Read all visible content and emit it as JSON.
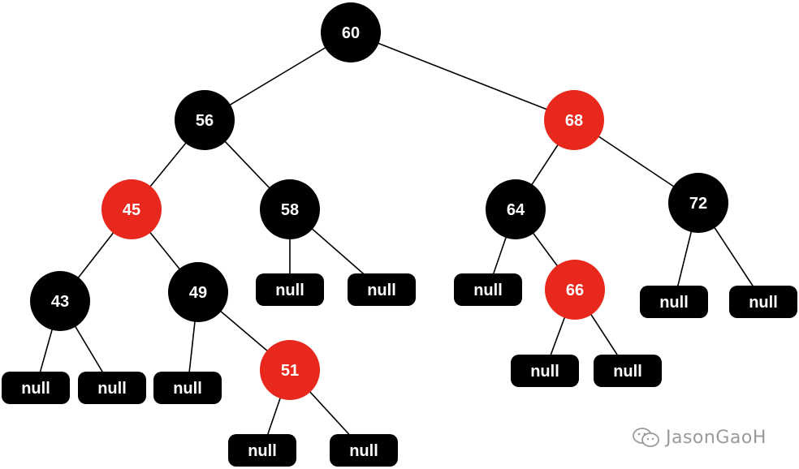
{
  "tree": {
    "colors": {
      "black": "#000000",
      "red": "#e8281c",
      "edge": "#000000",
      "text": "#ffffff"
    },
    "null_label": "null",
    "nodes": [
      {
        "id": "n60",
        "value": "60",
        "color": "black"
      },
      {
        "id": "n56",
        "value": "56",
        "color": "black"
      },
      {
        "id": "n68",
        "value": "68",
        "color": "red"
      },
      {
        "id": "n45",
        "value": "45",
        "color": "red"
      },
      {
        "id": "n58",
        "value": "58",
        "color": "black"
      },
      {
        "id": "n64",
        "value": "64",
        "color": "black"
      },
      {
        "id": "n72",
        "value": "72",
        "color": "black"
      },
      {
        "id": "n43",
        "value": "43",
        "color": "black"
      },
      {
        "id": "n49",
        "value": "49",
        "color": "black"
      },
      {
        "id": "n66",
        "value": "66",
        "color": "red"
      },
      {
        "id": "n51",
        "value": "51",
        "color": "red"
      }
    ],
    "edges": [
      [
        "n60",
        "n56"
      ],
      [
        "n60",
        "n68"
      ],
      [
        "n56",
        "n45"
      ],
      [
        "n56",
        "n58"
      ],
      [
        "n68",
        "n64"
      ],
      [
        "n68",
        "n72"
      ],
      [
        "n45",
        "n43"
      ],
      [
        "n45",
        "n49"
      ],
      [
        "n58",
        "null1"
      ],
      [
        "n58",
        "null2"
      ],
      [
        "n64",
        "null3"
      ],
      [
        "n64",
        "n66"
      ],
      [
        "n72",
        "null4"
      ],
      [
        "n72",
        "null5"
      ],
      [
        "n43",
        "null6"
      ],
      [
        "n43",
        "null7"
      ],
      [
        "n49",
        "null8"
      ],
      [
        "n49",
        "n51"
      ],
      [
        "n66",
        "null9"
      ],
      [
        "n66",
        "null10"
      ],
      [
        "n51",
        "null11"
      ],
      [
        "n51",
        "null12"
      ]
    ],
    "null_leaves": [
      "null1",
      "null2",
      "null3",
      "null4",
      "null5",
      "null6",
      "null7",
      "null8",
      "null9",
      "null10",
      "null11",
      "null12"
    ]
  },
  "watermark": {
    "text": "JasonGaoH",
    "icon": "wechat-icon"
  }
}
